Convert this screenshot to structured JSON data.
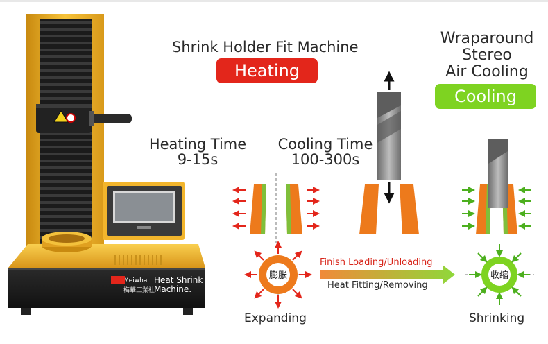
{
  "title": "Shrink Holder Fit Machine",
  "heating_badge": "Heating",
  "cooling_badge": "Cooling",
  "cooling_method": [
    "Wraparound",
    "Stereo",
    "Air Cooling"
  ],
  "heating_time": {
    "label": "Heating Time",
    "value": "9-15s"
  },
  "cooling_time": {
    "label": "Cooling Time",
    "value": "100-300s"
  },
  "machine": {
    "brand": "Meiwha",
    "name_line1": "Heat Shrink",
    "name_line2": "Machine.",
    "brand_cn": "梅華工業社"
  },
  "process": {
    "top": "Finish Loading/Unloading",
    "bottom": "Heat Fitting/Removing"
  },
  "expanding": {
    "label": "Expanding",
    "center": "膨胀"
  },
  "shrinking": {
    "label": "Shrinking",
    "center": "收缩"
  },
  "colors": {
    "heat_red": "#e3261b",
    "cool_green": "#7ed321",
    "machine_gold": "#f3b424",
    "holder_orange": "#ed7a1c"
  }
}
